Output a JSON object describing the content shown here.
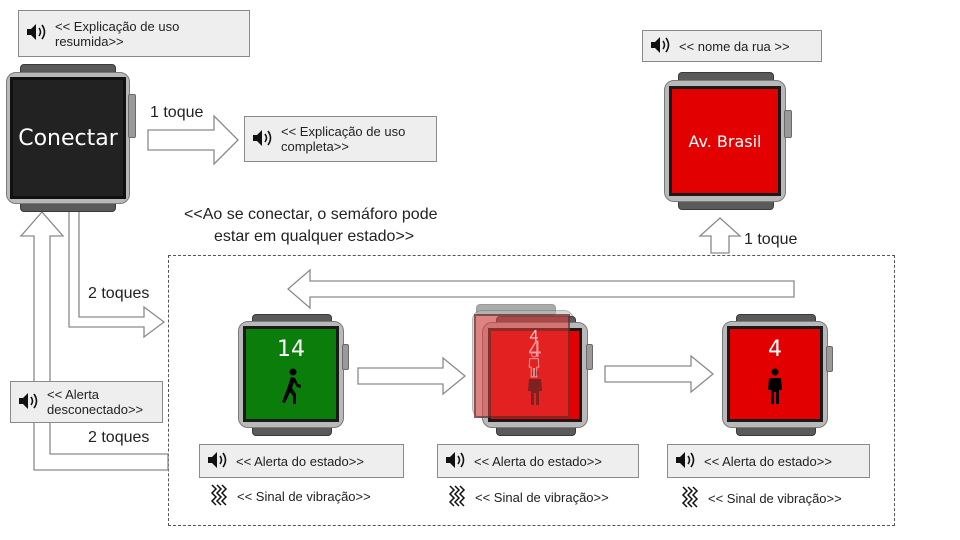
{
  "top_box": {
    "text": "<< Explicação de uso resumida>>"
  },
  "street_box": {
    "text": "<< nome da rua >>"
  },
  "full_box": {
    "text": "<< Explicação de uso completa>>"
  },
  "disconnect_box": {
    "text": "<< Alerta desconectado>>"
  },
  "connect_note": {
    "line1": "<<Ao se conectar, o semáforo pode",
    "line2": "estar em qualquer estado>>"
  },
  "labels": {
    "one_tap_a": "1 toque",
    "one_tap_b": "1 toque",
    "two_taps_a": "2 toques",
    "two_taps_b": "2 toques"
  },
  "watches": {
    "main": {
      "screen_text": "Conectar",
      "screen_color": "#222222"
    },
    "street": {
      "screen_text": "Av. Brasil",
      "screen_color": "#e30000"
    },
    "green": {
      "number": "14",
      "screen_color": "#0a7d0a",
      "icon": "walking-person-icon"
    },
    "transition": {
      "number": "4",
      "ghost_number": "4",
      "screen_color": "#e30000",
      "icon": "standing-person-icon"
    },
    "red": {
      "number": "4",
      "screen_color": "#e30000",
      "icon": "standing-person-icon"
    }
  },
  "state_alerts": [
    {
      "text": "<< Alerta do estado>>"
    },
    {
      "text": "<< Alerta do estado>>"
    },
    {
      "text": "<< Alerta do estado>>"
    }
  ],
  "vibrations": [
    {
      "text": "<< Sinal de vibração>>"
    },
    {
      "text": "<< Sinal de vibração>>"
    },
    {
      "text": "<< Sinal de vibração>>"
    }
  ],
  "icons": {
    "speaker": "speaker-icon",
    "vibration": "vibration-icon"
  }
}
